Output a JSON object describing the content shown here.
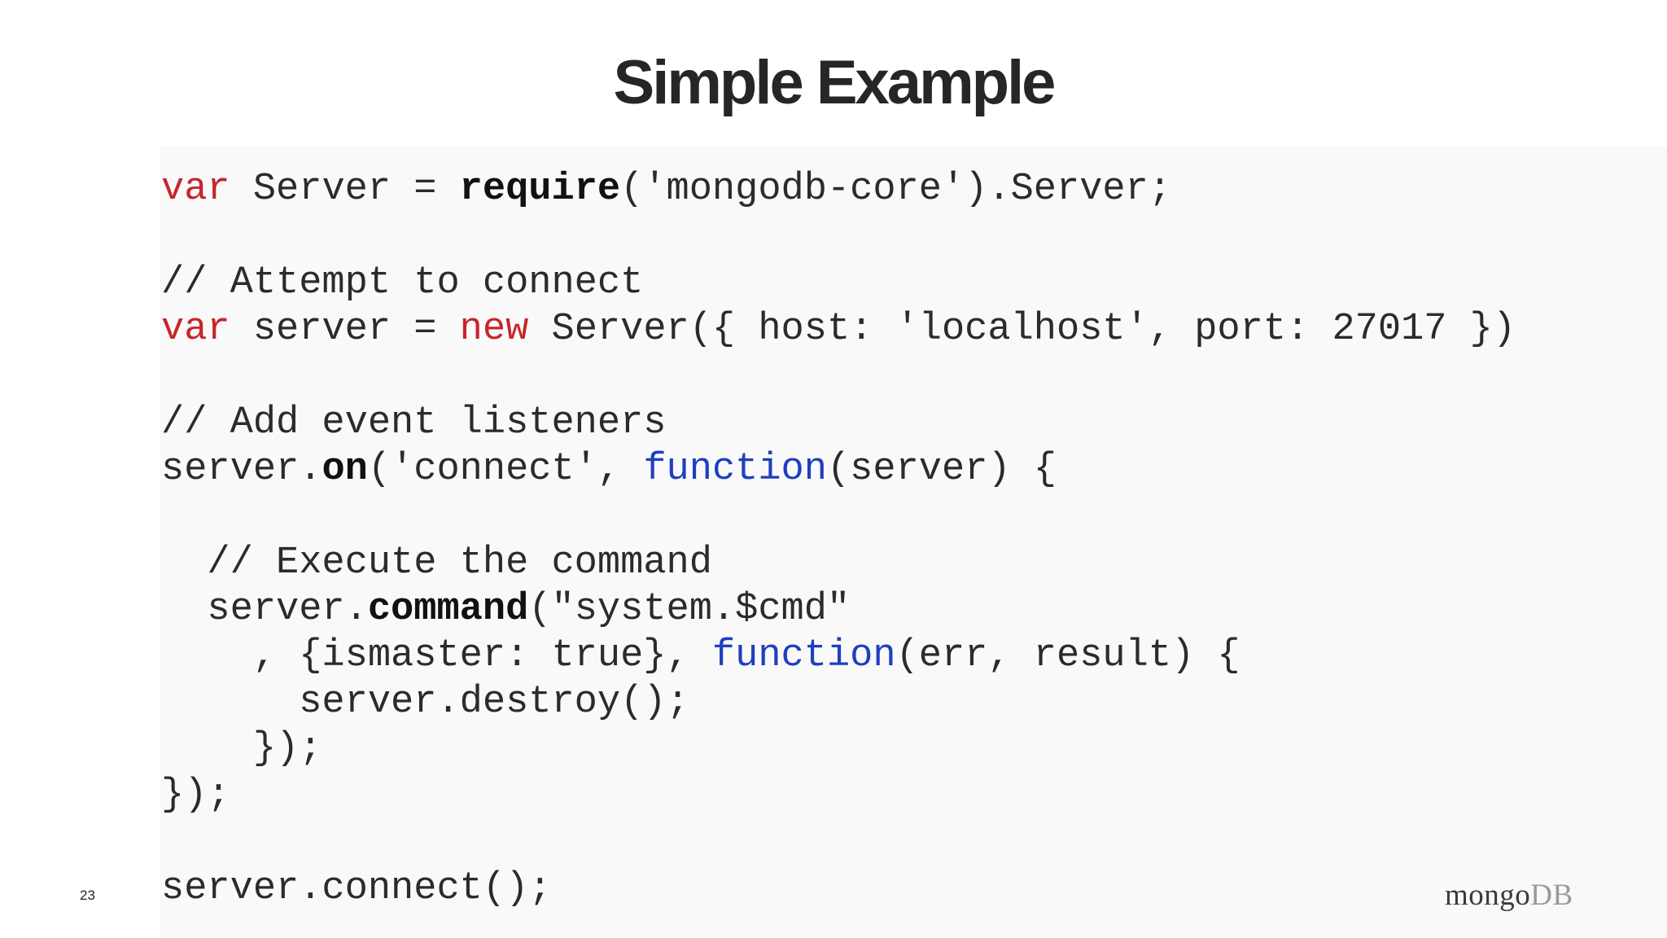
{
  "slide": {
    "title": "Simple Example",
    "number": "23",
    "logo": {
      "part1": "mongo",
      "part2": "DB"
    }
  },
  "code": {
    "l1": {
      "kw_var": "var",
      "t1": " Server = ",
      "fn_require": "require",
      "t2": "('mongodb-core').Server;"
    },
    "l3": {
      "comment": "// Attempt to connect"
    },
    "l4": {
      "kw_var": "var",
      "t1": " server = ",
      "kw_new": "new",
      "t2": " Server({ host: 'localhost', port: 27017 })"
    },
    "l6": {
      "comment": "// Add event listeners"
    },
    "l7": {
      "t1": "server.",
      "fn_on": "on",
      "t2": "('connect', ",
      "kw_function": "function",
      "t3": "(server) {"
    },
    "l9": {
      "comment": "  // Execute the command"
    },
    "l10": {
      "t1": "  server.",
      "fn_command": "command",
      "t2": "(\"system.$cmd\""
    },
    "l11": {
      "t1": "    , {ismaster: true}, ",
      "kw_function": "function",
      "t2": "(err, result) {"
    },
    "l12": {
      "text": "      server.destroy();"
    },
    "l13": {
      "text": "    });"
    },
    "l14": {
      "text": "});"
    },
    "l16": {
      "text": "server.connect();"
    }
  }
}
